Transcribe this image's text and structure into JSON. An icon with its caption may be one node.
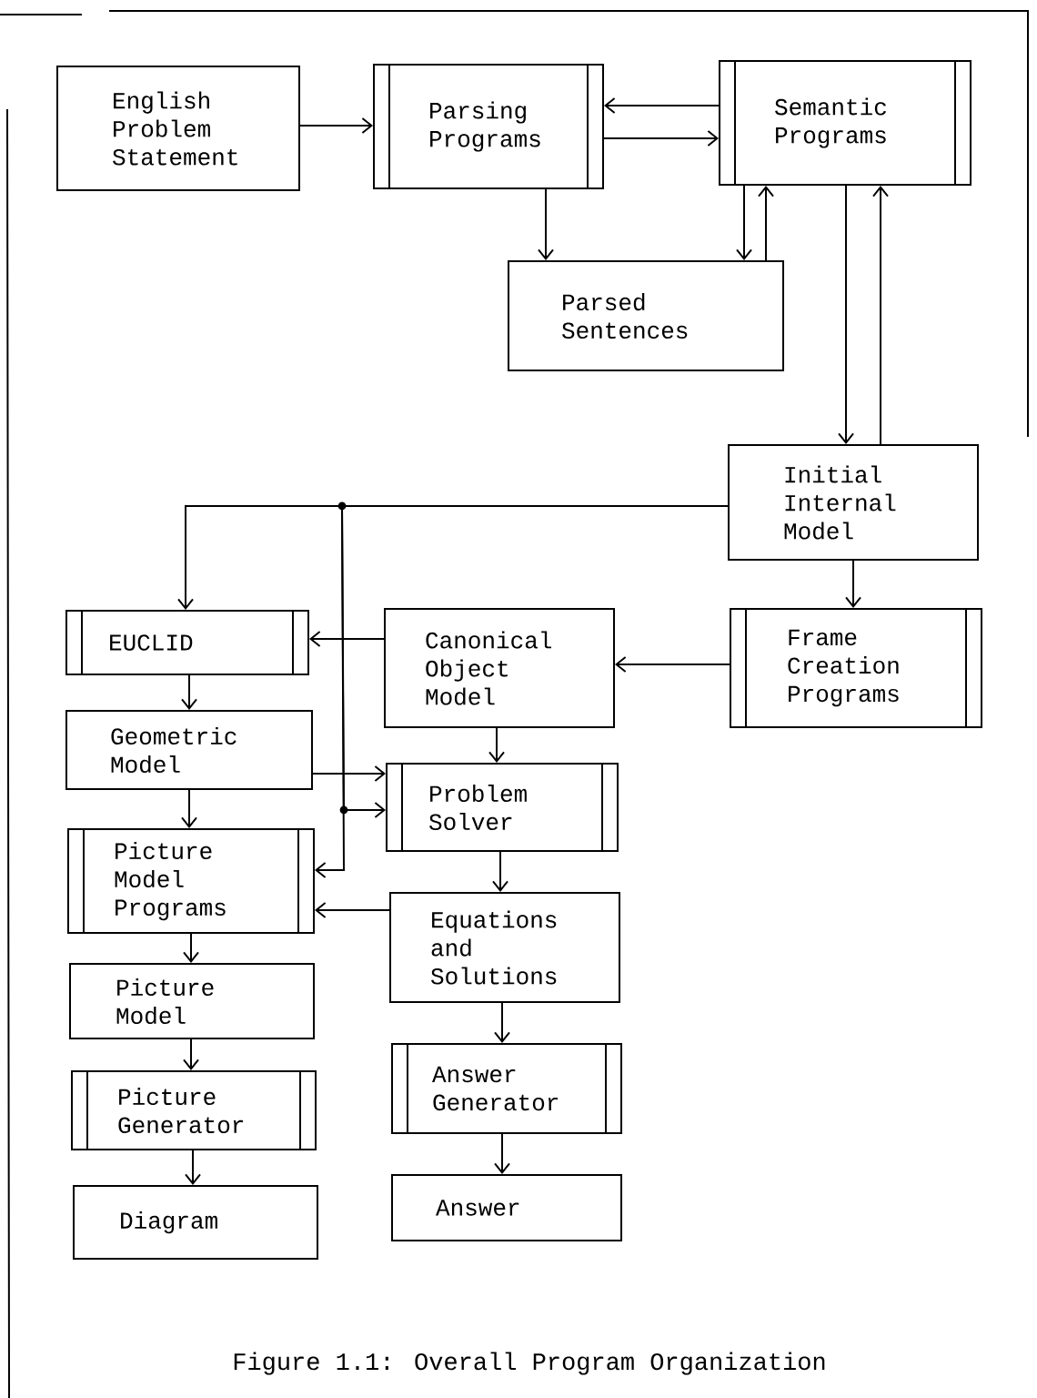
{
  "diagram": {
    "caption": "Figure 1.1: Overall Program Organization",
    "nodes": [
      {
        "text": [
          "English Problem Statement"
        ]
      },
      {
        "text": [
          "Parsing Programs"
        ]
      },
      {
        "text": [
          "Semantic Programs"
        ]
      },
      {
        "text": [
          "Parsed Sentences"
        ]
      },
      {
        "text": [
          "Initial Internal Model"
        ]
      },
      {
        "text": [
          "EUCLID"
        ]
      },
      {
        "text": [
          "Canonical Object Model"
        ]
      },
      {
        "text": [
          "Frame Creation Programs"
        ]
      },
      {
        "text": [
          "Geometric Model"
        ]
      },
      {
        "text": [
          "Problem Solver"
        ]
      },
      {
        "text": [
          "Picture Model Programs"
        ]
      },
      {
        "text": [
          "Equations and Solutions"
        ]
      },
      {
        "text": [
          "Picture Model"
        ]
      },
      {
        "text": [
          "Answer Generator"
        ]
      },
      {
        "text": [
          "Picture Generator"
        ]
      },
      {
        "text": [
          "Diagram"
        ]
      },
      {
        "text": [
          "Answer"
        ]
      }
    ],
    "edges": [
      {
        "from": 0,
        "to": 1,
        "arrow": "to"
      },
      {
        "from": 2,
        "to": 1,
        "arrow": "to"
      },
      {
        "from": 1,
        "to": 2,
        "arrow": "to"
      },
      {
        "from": 1,
        "to": 3,
        "arrow": "to"
      },
      {
        "from": 2,
        "to": 3,
        "arrow": "to"
      },
      {
        "from": 3,
        "to": 2,
        "arrow": "to"
      },
      {
        "from": 2,
        "to": 4,
        "arrow": "to"
      },
      {
        "from": 4,
        "to": 2,
        "arrow": "to"
      },
      {
        "from": 4,
        "to": 5,
        "arrow": "to"
      },
      {
        "from": 4,
        "to": 9,
        "arrow": "to"
      },
      {
        "from": 4,
        "to": 10,
        "arrow": "to"
      },
      {
        "from": 4,
        "to": 7,
        "arrow": "to"
      },
      {
        "from": 7,
        "to": 6,
        "arrow": "to"
      },
      {
        "from": 6,
        "to": 5,
        "arrow": "to"
      },
      {
        "from": 6,
        "to": 9,
        "arrow": "to"
      },
      {
        "from": 5,
        "to": 8,
        "arrow": "to"
      },
      {
        "from": 8,
        "to": 9,
        "arrow": "to"
      },
      {
        "from": 8,
        "to": 10,
        "arrow": "to"
      },
      {
        "from": 9,
        "to": 11,
        "arrow": "to"
      },
      {
        "from": 11,
        "to": 10,
        "arrow": "to"
      },
      {
        "from": 10,
        "to": 12,
        "arrow": "to"
      },
      {
        "from": 12,
        "to": 14,
        "arrow": "to"
      },
      {
        "from": 14,
        "to": 15,
        "arrow": "to"
      },
      {
        "from": 11,
        "to": 13,
        "arrow": "to"
      },
      {
        "from": 13,
        "to": 16,
        "arrow": "to"
      }
    ]
  }
}
